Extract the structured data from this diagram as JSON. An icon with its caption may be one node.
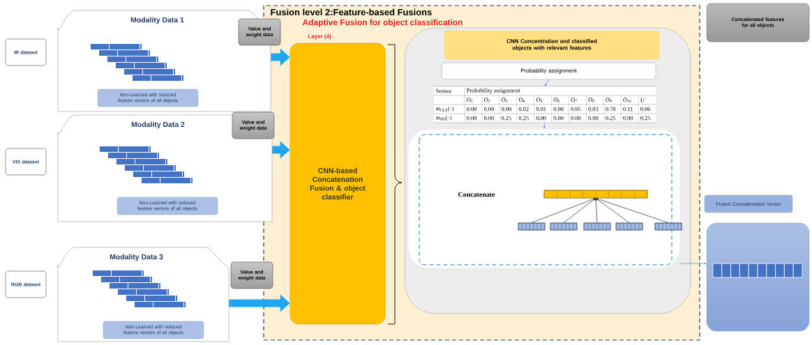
{
  "diagram": {
    "nodes": [
      {
        "text": [
          "IR dataset"
        ]
      },
      {
        "text": [
          "VIS dataset"
        ]
      },
      {
        "text": [
          "RGB dataset"
        ]
      },
      {
        "text": [
          "Modality Data 1"
        ]
      },
      {
        "text": [
          "Non-Learned with reduced feature vectors of all objects"
        ],
        "in": 3
      },
      {
        "text": [
          "Modality Data 2"
        ]
      },
      {
        "text": [
          "Non-Learned with reduced feature vectors of all objects"
        ],
        "in": 5
      },
      {
        "text": [
          "Modality Data 3"
        ]
      },
      {
        "text": [
          "Non-Learned with reduced feature vectors of all objects"
        ],
        "in": 7
      },
      {
        "text": [
          "Value and weight data"
        ]
      },
      {
        "text": [
          "Value and weight data"
        ]
      },
      {
        "text": [
          "Value and weight data"
        ]
      },
      {
        "text": [
          "Fusion level 2:Feature-based Fusions",
          "Adaptive Fusion for object classification"
        ]
      },
      {
        "text": [
          "Layer (4)",
          "CNN-based Concatenation Fusion & object classifier"
        ],
        "in": 12
      },
      {
        "text": [],
        "shape": "box",
        "in": 12
      },
      {
        "text": [
          "CNN Concentration and classified objects with relevant features"
        ],
        "in": 14
      },
      {
        "text": [
          "Probability assignment"
        ],
        "in": 14
      },
      {
        "text": [],
        "shape": "box",
        "in": 14
      },
      {
        "text": [
          "Concatenate"
        ],
        "in": 14
      },
      {
        "text": [],
        "shape": "bar",
        "in": 18
      },
      {
        "text": [],
        "shape": "bar",
        "in": 18
      },
      {
        "text": [],
        "shape": "bar",
        "in": 18
      },
      {
        "text": [],
        "shape": "bar",
        "in": 18
      },
      {
        "text": [],
        "shape": "bar",
        "in": 18
      },
      {
        "text": [],
        "shape": "bar",
        "in": 18
      },
      {
        "text": [
          "Concatenated features for all objects"
        ]
      },
      {
        "text": [
          "Fused Concatenated Vector"
        ]
      },
      {
        "text": [],
        "shape": "box"
      }
    ],
    "edges": [
      {
        "from": 3,
        "to": 13,
        "arrow": "to",
        "style": "thick",
        "color": "#1ea7ee"
      },
      {
        "from": 5,
        "to": 13,
        "arrow": "to",
        "style": "thick",
        "color": "#1ea7ee"
      },
      {
        "from": 7,
        "to": 13,
        "arrow": "to",
        "style": "thick",
        "color": "#1ea7ee"
      },
      {
        "from": 16,
        "to": 17,
        "arrow": "to",
        "color": "#4a6fc0"
      },
      {
        "from": 17,
        "to": 18,
        "arrow": "to",
        "color": "#4a6fc0"
      },
      {
        "from": 20,
        "to": 19,
        "arrow": "to"
      },
      {
        "from": 21,
        "to": 19,
        "arrow": "to"
      },
      {
        "from": 22,
        "to": 19,
        "arrow": "to"
      },
      {
        "from": 23,
        "to": 19,
        "arrow": "to"
      },
      {
        "from": 24,
        "to": 19,
        "arrow": "to"
      },
      {
        "from": 18,
        "to": 27,
        "arrow": "to",
        "color": "#4a6fc0"
      }
    ],
    "labels": [
      "Sensor",
      "Probability assignment",
      "*O*$_{1}$",
      "*O*$_{2}$",
      "*O*$_{3}$",
      "*O*$_{4}$",
      "*O*$_{5}$",
      "*O*$_{6}$",
      "*O*$_{7}$",
      "*O*$_{8}$",
      "*O*$_{9}$",
      "*O*$_{10}$",
      "*U*",
      "*m*$_{CLS}$(·)",
      "0.00",
      "0.00",
      "0.00",
      "0.02",
      "0.01",
      "0.00",
      "0.05",
      "0.03",
      "0.70",
      "0.11",
      "0.06",
      "*m*$_{NS}$(·)",
      "0.00",
      "0.00",
      "0.25",
      "0.25",
      "0.00",
      "0.00",
      "0.00",
      "0.00",
      "0.25",
      "0.00",
      "0.25"
    ]
  }
}
